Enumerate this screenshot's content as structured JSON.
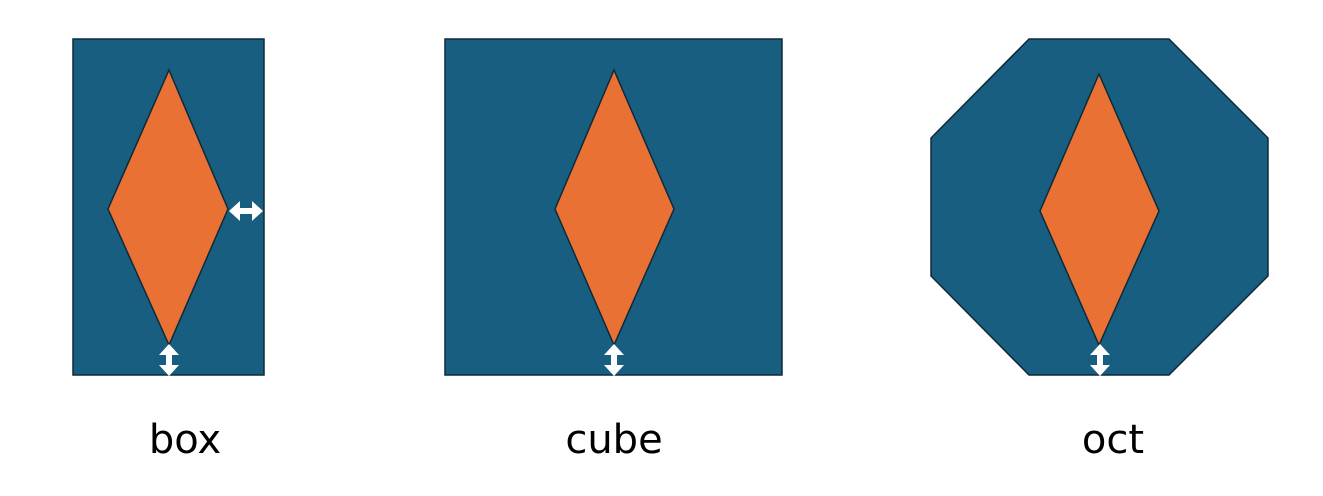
{
  "colors": {
    "container": "#175E80",
    "diamond": "#E97133",
    "outline": "#0E2A3A",
    "arrow": "#FFFFFF"
  },
  "figures": [
    {
      "label": "box"
    },
    {
      "label": "cube"
    },
    {
      "label": "oct"
    }
  ]
}
